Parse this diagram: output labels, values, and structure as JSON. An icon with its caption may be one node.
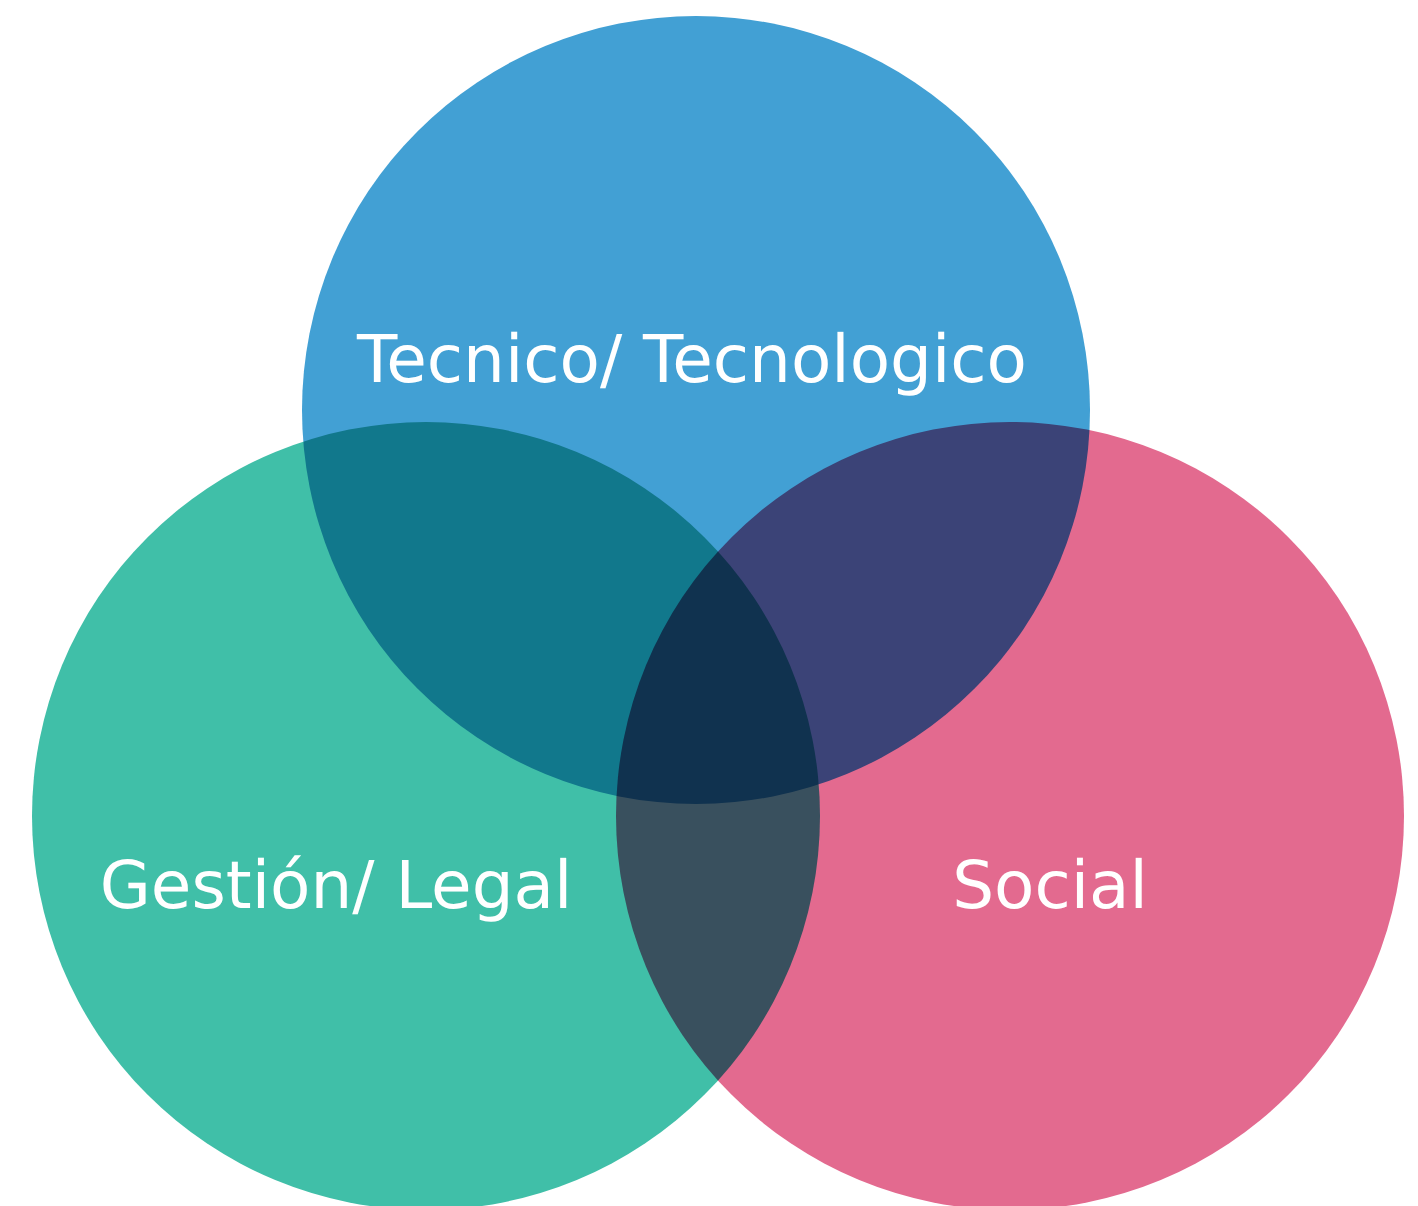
{
  "diagram": {
    "nodes": [
      {
        "text": [
          "Tecnico/ Tecnologico"
        ]
      },
      {
        "text": [
          "Gestión/ Legal"
        ]
      },
      {
        "text": [
          "Social"
        ]
      }
    ]
  }
}
